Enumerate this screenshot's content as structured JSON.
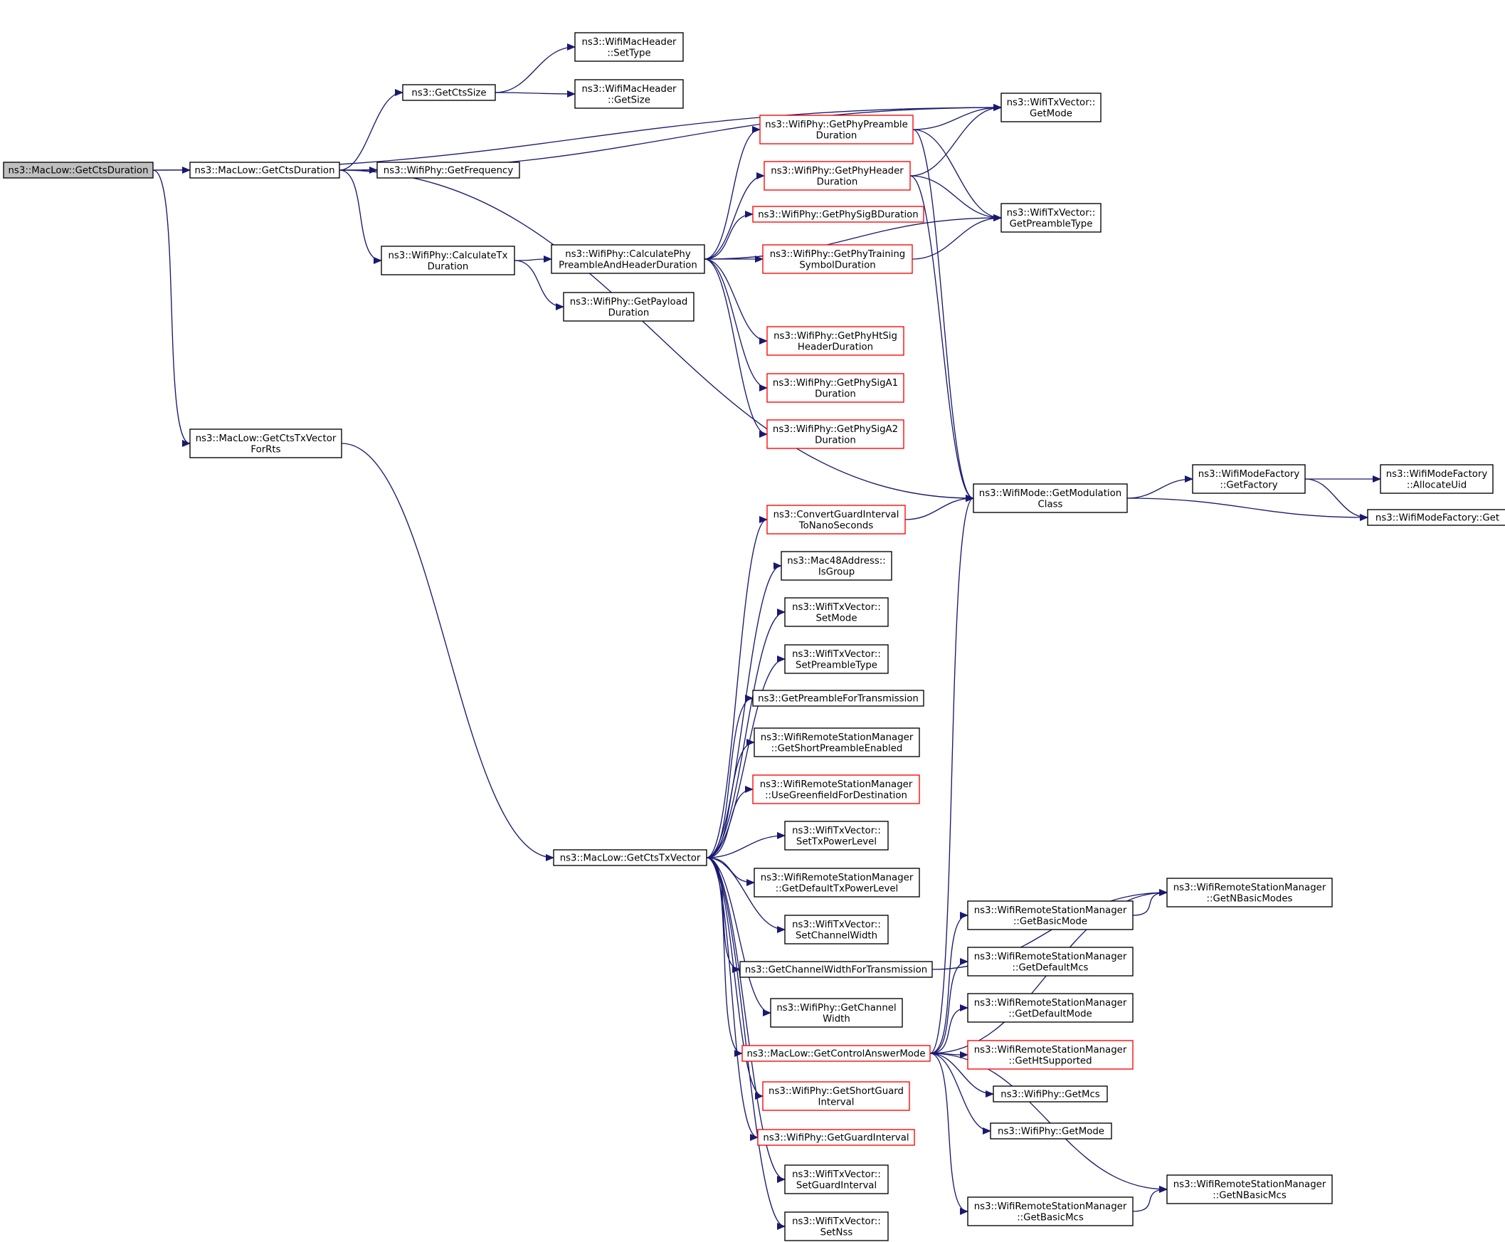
{
  "colors": {
    "edge": "#191970",
    "box_normal": "#000000",
    "box_truncated": "#ff0000",
    "root_fill": "#bfbfbf",
    "background": "#ffffff"
  },
  "nodes": [
    {
      "id": "n1",
      "label": [
        "ns3::MacLow::GetCtsDuration"
      ],
      "style": "root"
    },
    {
      "id": "n2",
      "label": [
        "ns3::MacLow::GetCtsDuration"
      ],
      "style": "normal"
    },
    {
      "id": "n3",
      "label": [
        "ns3::MacLow::GetCtsTxVector",
        "ForRts"
      ],
      "style": "normal"
    },
    {
      "id": "n4",
      "label": [
        "ns3::GetCtsSize"
      ],
      "style": "normal"
    },
    {
      "id": "n5",
      "label": [
        "ns3::WifiPhy::GetFrequency"
      ],
      "style": "normal"
    },
    {
      "id": "n6",
      "label": [
        "ns3::WifiPhy::CalculateTx",
        "Duration"
      ],
      "style": "normal"
    },
    {
      "id": "n7",
      "label": [
        "ns3::WifiMacHeader",
        "::SetType"
      ],
      "style": "normal"
    },
    {
      "id": "n8",
      "label": [
        "ns3::WifiMacHeader",
        "::GetSize"
      ],
      "style": "normal"
    },
    {
      "id": "n9",
      "label": [
        "ns3::WifiPhy::CalculatePhy",
        "PreambleAndHeaderDuration"
      ],
      "style": "normal"
    },
    {
      "id": "n10",
      "label": [
        "ns3::WifiPhy::GetPayload",
        "Duration"
      ],
      "style": "normal"
    },
    {
      "id": "n11",
      "label": [
        "ns3::WifiPhy::GetPhyPreamble",
        "Duration"
      ],
      "style": "truncated"
    },
    {
      "id": "n12",
      "label": [
        "ns3::WifiPhy::GetPhyHeader",
        "Duration"
      ],
      "style": "truncated"
    },
    {
      "id": "n13",
      "label": [
        "ns3::WifiPhy::GetPhySigBDuration"
      ],
      "style": "truncated"
    },
    {
      "id": "n14",
      "label": [
        "ns3::WifiPhy::GetPhyTraining",
        "SymbolDuration"
      ],
      "style": "truncated"
    },
    {
      "id": "n15",
      "label": [
        "ns3::WifiPhy::GetPhyHtSig",
        "HeaderDuration"
      ],
      "style": "truncated"
    },
    {
      "id": "n16",
      "label": [
        "ns3::WifiPhy::GetPhySigA1",
        "Duration"
      ],
      "style": "truncated"
    },
    {
      "id": "n17",
      "label": [
        "ns3::WifiPhy::GetPhySigA2",
        "Duration"
      ],
      "style": "truncated"
    },
    {
      "id": "n18",
      "label": [
        "ns3::WifiTxVector::",
        "GetMode"
      ],
      "style": "normal"
    },
    {
      "id": "n19",
      "label": [
        "ns3::WifiTxVector::",
        "GetPreambleType"
      ],
      "style": "normal"
    },
    {
      "id": "n20",
      "label": [
        "ns3::WifiMode::GetModulation",
        "Class"
      ],
      "style": "normal"
    },
    {
      "id": "n21",
      "label": [
        "ns3::WifiModeFactory",
        "::GetFactory"
      ],
      "style": "normal"
    },
    {
      "id": "n22",
      "label": [
        "ns3::WifiModeFactory",
        "::AllocateUid"
      ],
      "style": "normal"
    },
    {
      "id": "n23",
      "label": [
        "ns3::WifiModeFactory::Get"
      ],
      "style": "normal"
    },
    {
      "id": "n24",
      "label": [
        "ns3::ConvertGuardInterval",
        "ToNanoSeconds"
      ],
      "style": "truncated"
    },
    {
      "id": "n25",
      "label": [
        "ns3::Mac48Address::",
        "IsGroup"
      ],
      "style": "normal"
    },
    {
      "id": "n26",
      "label": [
        "ns3::WifiTxVector::",
        "SetMode"
      ],
      "style": "normal"
    },
    {
      "id": "n27",
      "label": [
        "ns3::WifiTxVector::",
        "SetPreambleType"
      ],
      "style": "normal"
    },
    {
      "id": "n28",
      "label": [
        "ns3::GetPreambleForTransmission"
      ],
      "style": "normal"
    },
    {
      "id": "n29",
      "label": [
        "ns3::WifiRemoteStationManager",
        "::GetShortPreambleEnabled"
      ],
      "style": "normal"
    },
    {
      "id": "n30",
      "label": [
        "ns3::WifiRemoteStationManager",
        "::UseGreenfieldForDestination"
      ],
      "style": "truncated"
    },
    {
      "id": "n31",
      "label": [
        "ns3::MacLow::GetCtsTxVector"
      ],
      "style": "normal"
    },
    {
      "id": "n32",
      "label": [
        "ns3::WifiTxVector::",
        "SetTxPowerLevel"
      ],
      "style": "normal"
    },
    {
      "id": "n33",
      "label": [
        "ns3::WifiRemoteStationManager",
        "::GetDefaultTxPowerLevel"
      ],
      "style": "normal"
    },
    {
      "id": "n34",
      "label": [
        "ns3::WifiTxVector::",
        "SetChannelWidth"
      ],
      "style": "normal"
    },
    {
      "id": "n35",
      "label": [
        "ns3::GetChannelWidthForTransmission"
      ],
      "style": "normal"
    },
    {
      "id": "n36",
      "label": [
        "ns3::WifiPhy::GetChannel",
        "Width"
      ],
      "style": "normal"
    },
    {
      "id": "n37",
      "label": [
        "ns3::MacLow::GetControlAnswerMode"
      ],
      "style": "truncated"
    },
    {
      "id": "n38",
      "label": [
        "ns3::WifiPhy::GetShortGuard",
        "Interval"
      ],
      "style": "truncated"
    },
    {
      "id": "n39",
      "label": [
        "ns3::WifiPhy::GetGuardInterval"
      ],
      "style": "truncated"
    },
    {
      "id": "n40",
      "label": [
        "ns3::WifiTxVector::",
        "SetGuardInterval"
      ],
      "style": "normal"
    },
    {
      "id": "n41",
      "label": [
        "ns3::WifiTxVector::",
        "SetNss"
      ],
      "style": "normal"
    },
    {
      "id": "n42",
      "label": [
        "ns3::WifiRemoteStationManager",
        "::GetNBasicModes"
      ],
      "style": "normal"
    },
    {
      "id": "n43",
      "label": [
        "ns3::WifiRemoteStationManager",
        "::GetBasicMode"
      ],
      "style": "normal"
    },
    {
      "id": "n44",
      "label": [
        "ns3::WifiRemoteStationManager",
        "::GetDefaultMcs"
      ],
      "style": "normal"
    },
    {
      "id": "n45",
      "label": [
        "ns3::WifiRemoteStationManager",
        "::GetDefaultMode"
      ],
      "style": "normal"
    },
    {
      "id": "n46",
      "label": [
        "ns3::WifiRemoteStationManager",
        "::GetHtSupported"
      ],
      "style": "truncated"
    },
    {
      "id": "n47",
      "label": [
        "ns3::WifiPhy::GetMcs"
      ],
      "style": "normal"
    },
    {
      "id": "n48",
      "label": [
        "ns3::WifiPhy::GetMode"
      ],
      "style": "normal"
    },
    {
      "id": "n49",
      "label": [
        "ns3::WifiRemoteStationManager",
        "::GetNBasicMcs"
      ],
      "style": "normal"
    },
    {
      "id": "n50",
      "label": [
        "ns3::WifiRemoteStationManager",
        "::GetBasicMcs"
      ],
      "style": "normal"
    }
  ],
  "edges": [
    [
      "n1",
      "n2"
    ],
    [
      "n1",
      "n18"
    ],
    [
      "n1",
      "n3"
    ],
    [
      "n2",
      "n4"
    ],
    [
      "n2",
      "n5"
    ],
    [
      "n2",
      "n6"
    ],
    [
      "n2",
      "n18"
    ],
    [
      "n2",
      "n20"
    ],
    [
      "n3",
      "n31"
    ],
    [
      "n4",
      "n7"
    ],
    [
      "n4",
      "n8"
    ],
    [
      "n6",
      "n9"
    ],
    [
      "n6",
      "n10"
    ],
    [
      "n9",
      "n11"
    ],
    [
      "n9",
      "n12"
    ],
    [
      "n9",
      "n13"
    ],
    [
      "n9",
      "n14"
    ],
    [
      "n9",
      "n15"
    ],
    [
      "n9",
      "n16"
    ],
    [
      "n9",
      "n17"
    ],
    [
      "n9",
      "n19"
    ],
    [
      "n11",
      "n18"
    ],
    [
      "n11",
      "n19"
    ],
    [
      "n11",
      "n20"
    ],
    [
      "n12",
      "n18"
    ],
    [
      "n12",
      "n19"
    ],
    [
      "n12",
      "n20"
    ],
    [
      "n14",
      "n19"
    ],
    [
      "n20",
      "n21"
    ],
    [
      "n20",
      "n23"
    ],
    [
      "n21",
      "n22"
    ],
    [
      "n21",
      "n23"
    ],
    [
      "n24",
      "n20"
    ],
    [
      "n31",
      "n24"
    ],
    [
      "n31",
      "n25"
    ],
    [
      "n31",
      "n26"
    ],
    [
      "n31",
      "n27"
    ],
    [
      "n31",
      "n28"
    ],
    [
      "n31",
      "n29"
    ],
    [
      "n31",
      "n30"
    ],
    [
      "n31",
      "n32"
    ],
    [
      "n31",
      "n33"
    ],
    [
      "n31",
      "n34"
    ],
    [
      "n31",
      "n35"
    ],
    [
      "n31",
      "n36"
    ],
    [
      "n31",
      "n37"
    ],
    [
      "n31",
      "n38"
    ],
    [
      "n31",
      "n39"
    ],
    [
      "n31",
      "n40"
    ],
    [
      "n31",
      "n41"
    ],
    [
      "n35",
      "n42"
    ],
    [
      "n37",
      "n20"
    ],
    [
      "n37",
      "n43"
    ],
    [
      "n37",
      "n44"
    ],
    [
      "n37",
      "n45"
    ],
    [
      "n37",
      "n46"
    ],
    [
      "n37",
      "n47"
    ],
    [
      "n37",
      "n48"
    ],
    [
      "n37",
      "n49"
    ],
    [
      "n37",
      "n50"
    ],
    [
      "n37",
      "n42"
    ],
    [
      "n43",
      "n42"
    ],
    [
      "n50",
      "n49"
    ]
  ]
}
